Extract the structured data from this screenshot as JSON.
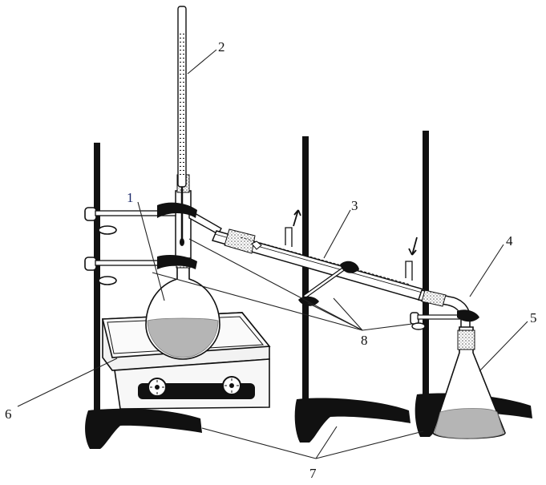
{
  "labels": {
    "l1": "1",
    "l2": "2",
    "l3": "3",
    "l4": "4",
    "l5": "5",
    "l6": "6",
    "l7": "7",
    "l8": "8"
  },
  "colors": {
    "ink": "#111111",
    "liquid": "#b5b5b5",
    "glass": "#ffffff",
    "plate": "#f2f2f2",
    "label_blue": "#1c2a6b"
  }
}
